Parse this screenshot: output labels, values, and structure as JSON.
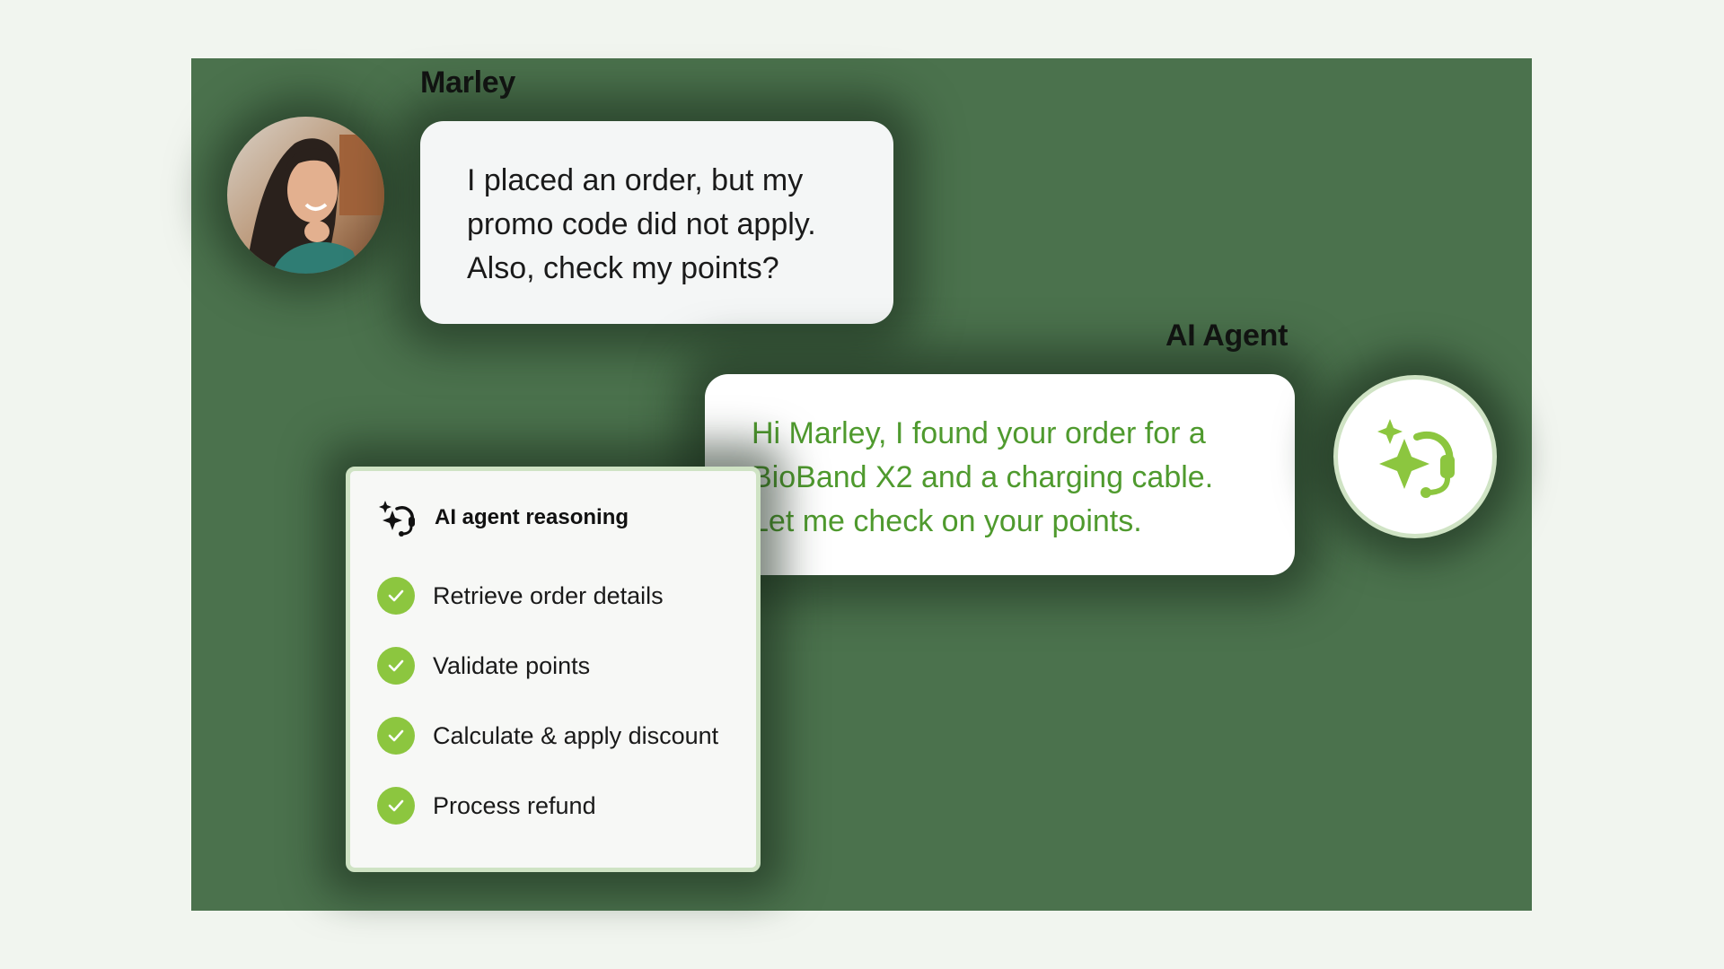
{
  "conversation": {
    "user": {
      "name": "Marley",
      "message": "I placed an order, but my promo code did not apply. Also, check my points?"
    },
    "agent": {
      "name": "AI Agent",
      "message": "Hi Marley, I found your order for a BioBand X2 and a charging cable. Let me check on your points."
    }
  },
  "reasoning": {
    "title": "AI agent reasoning",
    "icon": "sparkle-headset-icon",
    "steps": [
      {
        "label": "Retrieve order details",
        "status": "done"
      },
      {
        "label": "Validate points",
        "status": "done"
      },
      {
        "label": "Calculate & apply discount",
        "status": "done"
      },
      {
        "label": "Process refund",
        "status": "done"
      }
    ]
  },
  "colors": {
    "background": "#f1f5ef",
    "stage": "#4b724d",
    "accent_green": "#8cc63f",
    "agent_text": "#4f9a2e"
  }
}
